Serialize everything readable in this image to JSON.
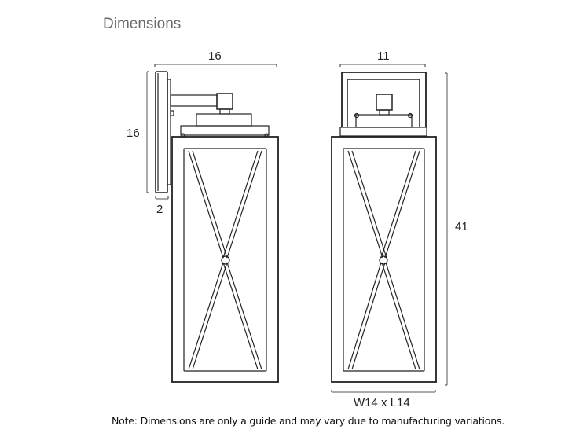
{
  "title": "Dimensions",
  "side_view": {
    "width_label": "16",
    "backplate_height_label": "16",
    "backplate_depth_label": "2"
  },
  "front_view": {
    "width_label": "11",
    "height_label": "41",
    "base_label": "W14 x L14"
  },
  "note": "Note: Dimensions are only a guide and may vary due to manufacturing variations.",
  "colors": {
    "line": "#222222",
    "dim_line": "#555555",
    "title": "#6b6b6b"
  }
}
